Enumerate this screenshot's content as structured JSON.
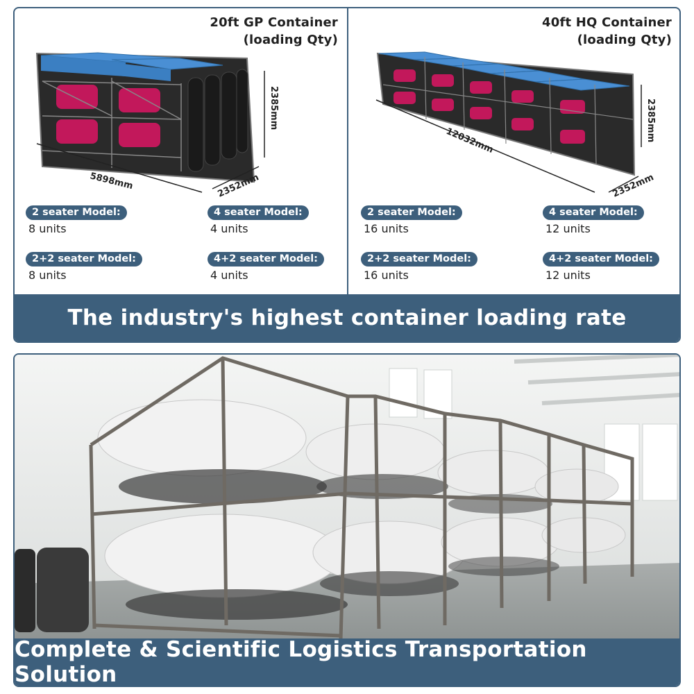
{
  "containers": [
    {
      "title": "20ft GP Container",
      "subtitle": "(loading Qty)",
      "dim_length": "5898mm",
      "dim_width": "2352mm",
      "dim_height": "2385mm",
      "models": [
        {
          "label": "2 seater Model:",
          "units": "8 units"
        },
        {
          "label": "4 seater Model:",
          "units": "4 units"
        },
        {
          "label": "2+2 seater Model:",
          "units": "8 units"
        },
        {
          "label": "4+2 seater Model:",
          "units": "4 units"
        }
      ]
    },
    {
      "title": "40ft HQ Container",
      "subtitle": "(loading Qty)",
      "dim_length": "12032mm",
      "dim_width": "2352mm",
      "dim_height": "2385mm",
      "models": [
        {
          "label": "2 seater Model:",
          "units": "16 units"
        },
        {
          "label": "4 seater Model:",
          "units": "12 units"
        },
        {
          "label": "2+2 seater Model:",
          "units": "16 units"
        },
        {
          "label": "4+2 seater Model:",
          "units": "12 units"
        }
      ]
    }
  ],
  "banner_top": "The industry's highest container loading rate",
  "banner_bottom": "Complete & Scientific Logistics Transportation Solution",
  "colors": {
    "accent": "#3d5f7c",
    "container_lid": "#4a8fd4",
    "cart_body": "#c2185b"
  }
}
